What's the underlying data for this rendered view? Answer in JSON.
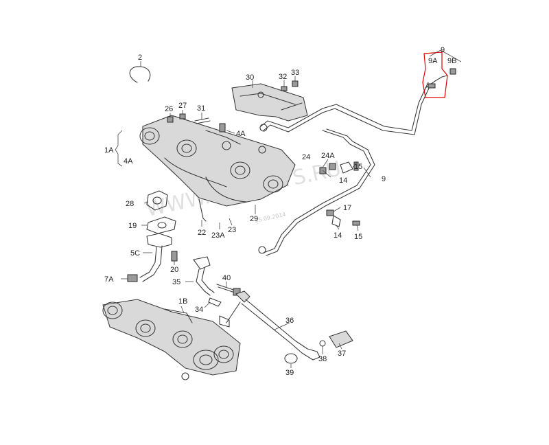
{
  "diagram": {
    "watermark": "WWW.MOTCATS.RU",
    "watermark_date": "25.09.2014",
    "highlight_color": "#e00000",
    "line_color": "#3a3a3a",
    "callouts": {
      "c2": "2",
      "c30": "30",
      "c32": "32",
      "c33": "33",
      "c9": "9",
      "c9A": "9A",
      "c9B": "9B",
      "c26": "26",
      "c27": "27",
      "c31": "31",
      "c4A_top": "4A",
      "c1A": "1A",
      "c4A_left": "4A",
      "c24": "24",
      "c24A": "24A",
      "c15_top": "15",
      "c14_top": "14",
      "c9_right": "9",
      "c28": "28",
      "c17": "17",
      "c29": "29",
      "c19": "19",
      "c22": "22",
      "c23A": "23A",
      "c23": "23",
      "c14_mid": "14",
      "c15_mid": "15",
      "c5C": "5C",
      "c20": "20",
      "c7A": "7A",
      "c35": "35",
      "c40": "40",
      "c1B": "1B",
      "c34": "34",
      "c36": "36",
      "c38": "38",
      "c37": "37",
      "c39": "39"
    }
  }
}
